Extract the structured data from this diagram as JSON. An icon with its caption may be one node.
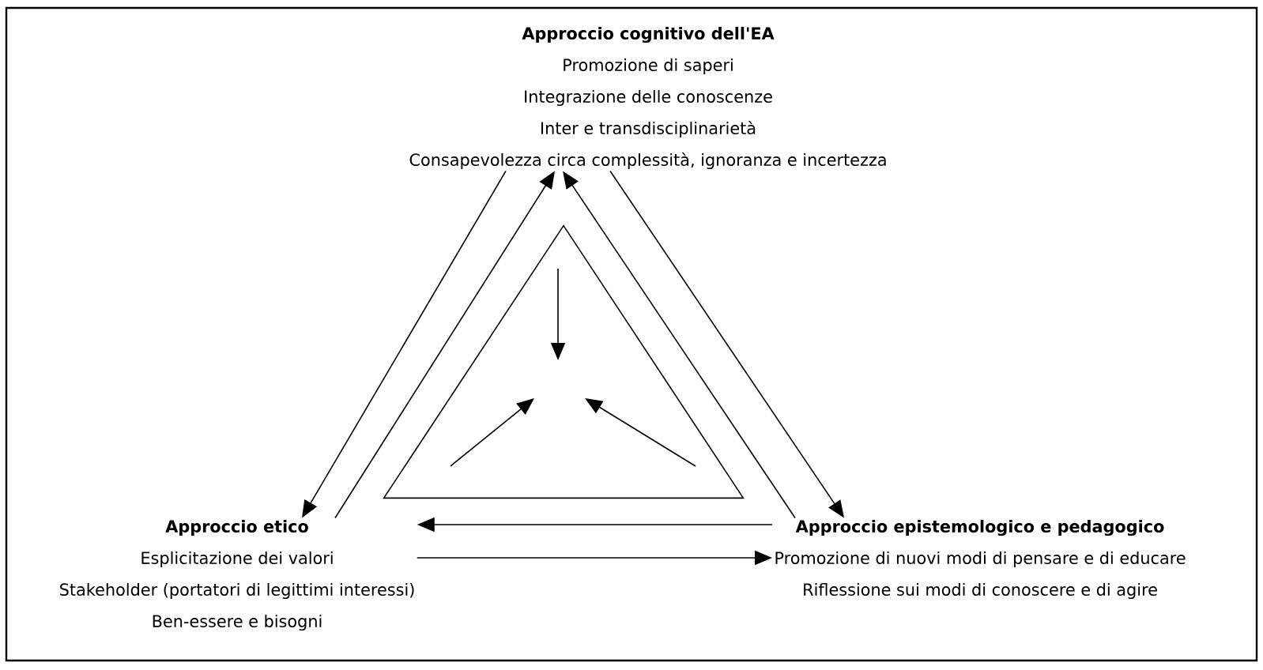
{
  "diagram": {
    "nodes": [
      {
        "text": [
          "Approccio cognitivo dell'EA",
          "Promozione di saperi",
          "Integrazione delle conoscenze",
          "Inter e transdisciplinarietà",
          "Consapevolezza circa complessità, ignoranza e incertezza"
        ]
      },
      {
        "text": [
          "Approccio etico",
          "Esplicitazione dei valori",
          "Stakeholder (portatori di legittimi interessi)",
          "Ben-essere e bisogni"
        ]
      },
      {
        "text": [
          "Approccio epistemologico e pedagogico",
          "Promozione di nuovi modi di pensare e di educare",
          "Riflessione sui modi di conoscere e di agire"
        ]
      },
      {
        "text": [],
        "shape": "triangle"
      }
    ],
    "edges": [
      {
        "from": 0,
        "to": 1,
        "arrow": "to"
      },
      {
        "from": 1,
        "to": 0,
        "arrow": "to"
      },
      {
        "from": 2,
        "to": 0,
        "arrow": "to"
      },
      {
        "from": 0,
        "to": 2,
        "arrow": "to"
      },
      {
        "from": 2,
        "to": 1,
        "arrow": "to"
      },
      {
        "from": 1,
        "to": 2,
        "arrow": "to"
      }
    ]
  }
}
